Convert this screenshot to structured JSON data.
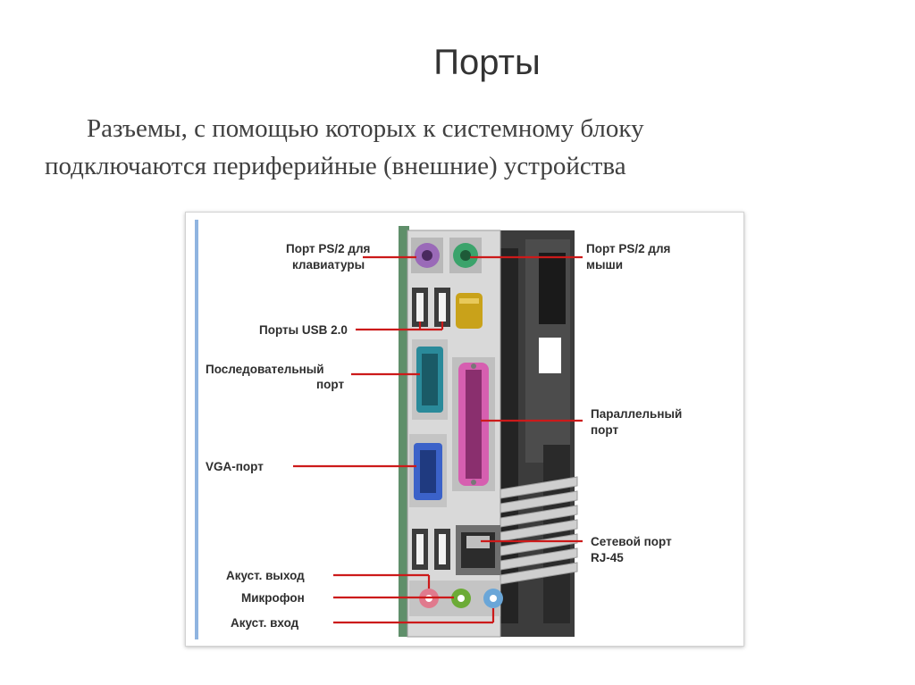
{
  "slide": {
    "title": "Порты",
    "text_line_1": "Разъемы, с помощью которых к системному блоку",
    "text_line_2": "подключаются периферийные (внешние) устройства"
  },
  "diagram": {
    "labels": {
      "ps2_keyboard_1": "Порт PS/2 для",
      "ps2_keyboard_2": "клавиатуры",
      "usb": "Порты USB 2.0",
      "serial_1": "Последовательный",
      "serial_2": "порт",
      "vga": "VGA-порт",
      "audio_out": "Акуст. выход",
      "mic": "Микрофон",
      "audio_in": "Акуст. вход",
      "ps2_mouse_1": "Порт PS/2 для",
      "ps2_mouse_2": "мыши",
      "parallel_1": "Параллельный",
      "parallel_2": "порт",
      "network_1": "Сетевой порт",
      "network_2": "RJ-45"
    },
    "colors": {
      "leader_line": "#cc1a1a",
      "ps2_keyboard": "#9a6ab8",
      "ps2_mouse": "#3ba36b",
      "serial": "#2a8a9a",
      "parallel": "#d65fb0",
      "vga": "#3b62c9",
      "audio_pink": "#e07a8d",
      "audio_green": "#6cab36",
      "audio_blue": "#6aa6d8"
    }
  }
}
